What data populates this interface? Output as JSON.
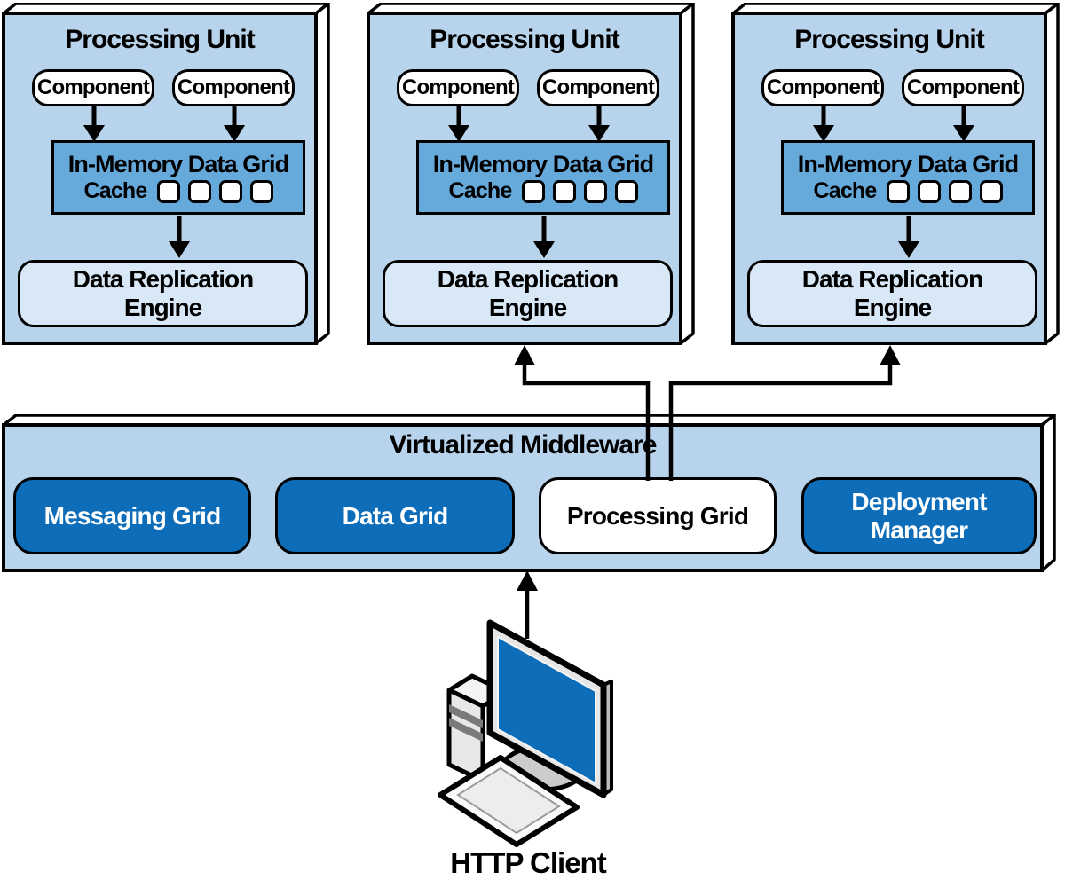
{
  "units": [
    {
      "title": "Processing Unit",
      "components": [
        "Component",
        "Component"
      ],
      "imdg": {
        "title": "In-Memory Data Grid",
        "cache_label": "Cache",
        "cache_slots": 4
      },
      "replication": {
        "label": "Data Replication Engine"
      }
    },
    {
      "title": "Processing Unit",
      "components": [
        "Component",
        "Component"
      ],
      "imdg": {
        "title": "In-Memory Data Grid",
        "cache_label": "Cache",
        "cache_slots": 4
      },
      "replication": {
        "label": "Data Replication Engine"
      }
    },
    {
      "title": "Processing Unit",
      "components": [
        "Component",
        "Component"
      ],
      "imdg": {
        "title": "In-Memory Data Grid",
        "cache_label": "Cache",
        "cache_slots": 4
      },
      "replication": {
        "label": "Data Replication Engine"
      }
    }
  ],
  "middleware": {
    "title": "Virtualized Middleware",
    "services": [
      {
        "label": "Messaging Grid",
        "variant": "blue"
      },
      {
        "label": "Data Grid",
        "variant": "blue"
      },
      {
        "label": "Processing Grid",
        "variant": "white"
      },
      {
        "label": "Deployment Manager",
        "variant": "blue"
      }
    ]
  },
  "client": {
    "label": "HTTP Client"
  },
  "icons": {
    "computer": "desktop-computer-icon",
    "arrows": "black-right-angle-arrows"
  },
  "colors": {
    "panel_blue": "#b8d4ec",
    "grid_blue": "#66a9db",
    "pale_blue": "#d8e8f6",
    "accent_blue": "#0d6db9",
    "outline_black": "#000000",
    "slab_face_white": "#ffffff"
  }
}
